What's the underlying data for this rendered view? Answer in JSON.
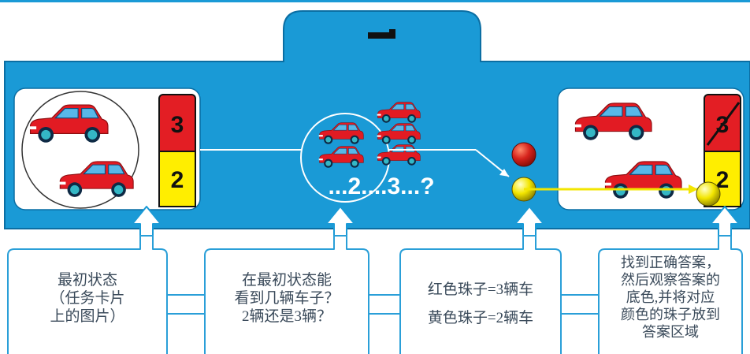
{
  "board": {
    "page_number": "1",
    "colors": {
      "board_blue": "#1a9ad6",
      "board_edge": "#0b6ea3",
      "car_red": "#e21b23",
      "window_blue": "#58b8e8",
      "wheel_teal": "#34b7c5",
      "tile_red": "#e31e24",
      "tile_yellow": "#ffee00",
      "bead_red": "#d6231c",
      "bead_yellow": "#f3e600",
      "callout_stroke": "#2a9fd8"
    }
  },
  "start_card": {
    "tile_top": "3",
    "tile_bottom": "2"
  },
  "middle": {
    "count_text": "...2....3...?"
  },
  "answer_card": {
    "tile_top_crossed": "3",
    "tile_bottom": "2"
  },
  "callouts": [
    {
      "lines": [
        "最初状态",
        "（任务卡片",
        "上的图片）"
      ]
    },
    {
      "lines": [
        "在最初状态能",
        "看到几辆车子？",
        "2辆还是3辆？"
      ]
    },
    {
      "lines": [
        "红色珠子=3辆车",
        "黄色珠子=2辆车"
      ]
    },
    {
      "lines": [
        "找到正确答案，",
        "然后观察答案的",
        "底色,并将对应",
        "颜色的珠子放到",
        "答案区域"
      ]
    }
  ]
}
